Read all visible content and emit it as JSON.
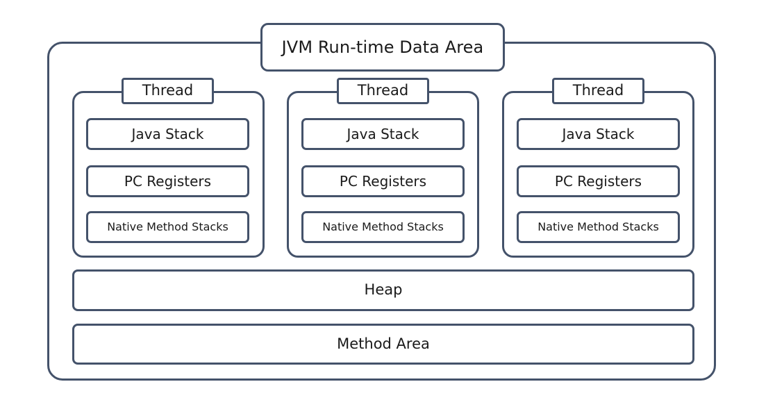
{
  "diagram": {
    "title": "JVM Run-time Data Area",
    "colors": {
      "border": "#44526a",
      "text": "#1a1a1a",
      "background": "#ffffff"
    },
    "threads": [
      {
        "label": "Thread",
        "regions": [
          {
            "label": "Java Stack"
          },
          {
            "label": "PC Registers"
          },
          {
            "label": "Native Method Stacks"
          }
        ]
      },
      {
        "label": "Thread",
        "regions": [
          {
            "label": "Java Stack"
          },
          {
            "label": "PC Registers"
          },
          {
            "label": "Native Method Stacks"
          }
        ]
      },
      {
        "label": "Thread",
        "regions": [
          {
            "label": "Java Stack"
          },
          {
            "label": "PC Registers"
          },
          {
            "label": "Native Method Stacks"
          }
        ]
      }
    ],
    "shared_areas": [
      {
        "label": "Heap"
      },
      {
        "label": "Method Area"
      }
    ]
  }
}
